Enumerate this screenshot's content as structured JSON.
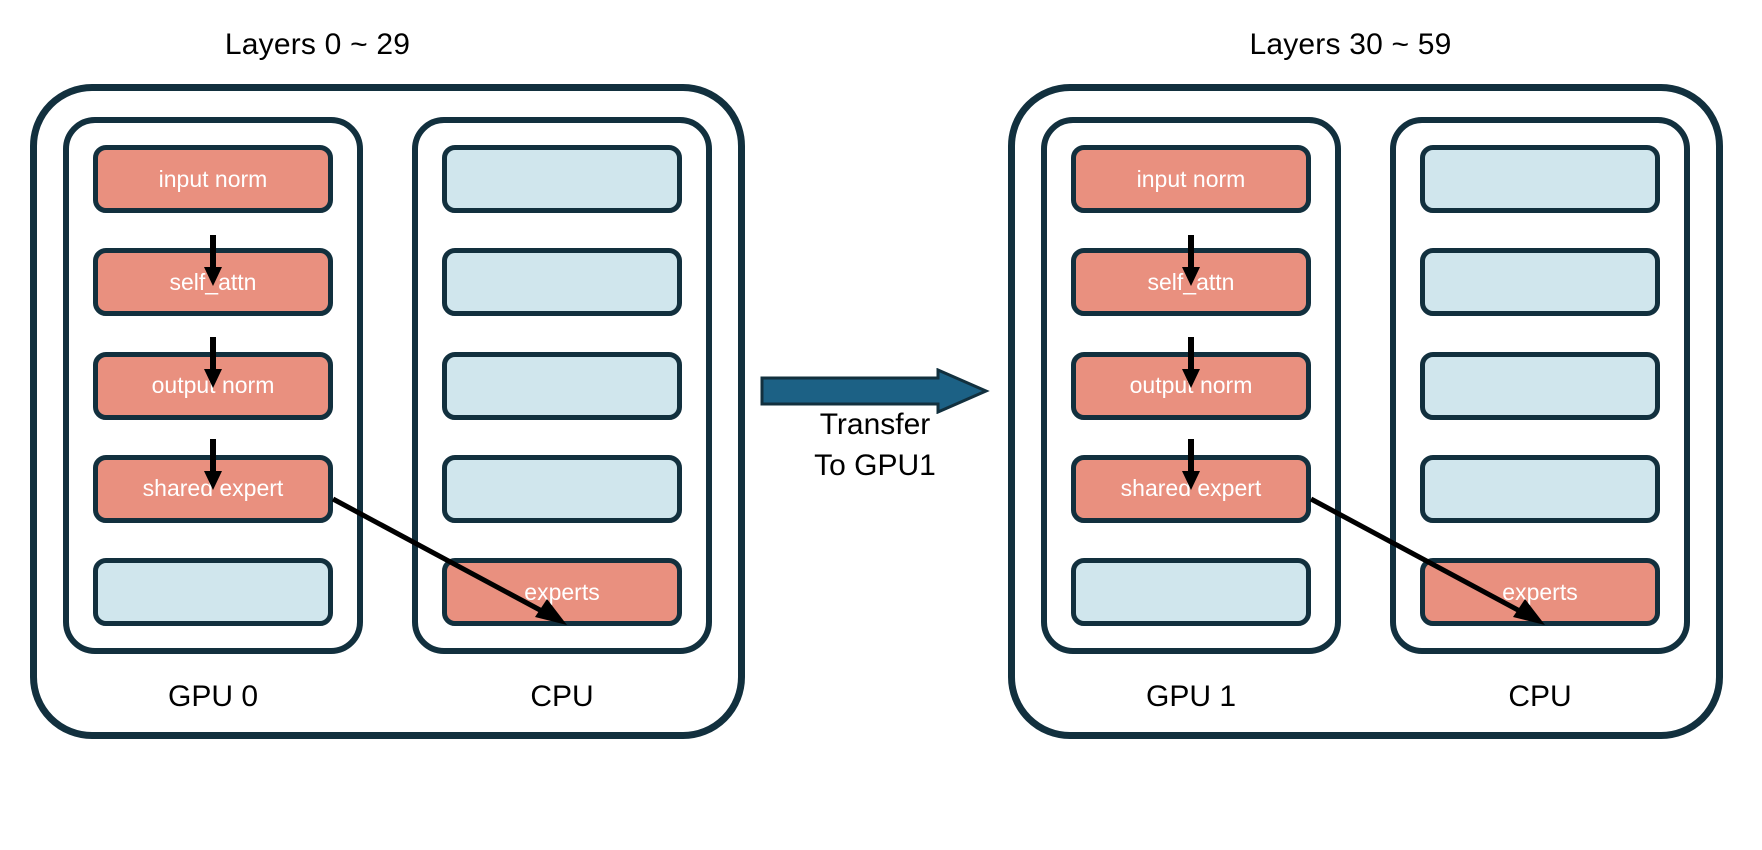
{
  "diagram": {
    "title_implicit": "MoE layer offloading across GPU 0 and GPU 1 with CPU expert storage",
    "background": "#ffffff",
    "colors": {
      "compute_block": "#E9907F",
      "idle_block": "#D0E6ED",
      "outline": "#12303E",
      "transfer_arrow": "#1C6185",
      "flow_arrow": "#000000",
      "block_text": "#ffffff",
      "label_text": "#000000"
    }
  },
  "groups": [
    {
      "id": "left",
      "title": "Layers 0 ~ 29",
      "gpu": {
        "label": "GPU 0",
        "blocks": [
          {
            "label": "input norm",
            "kind": "red"
          },
          {
            "label": "self_attn",
            "kind": "red"
          },
          {
            "label": "output norm",
            "kind": "red"
          },
          {
            "label": "shared expert",
            "kind": "red"
          },
          {
            "label": "",
            "kind": "blue"
          }
        ]
      },
      "cpu": {
        "label": "CPU",
        "blocks": [
          {
            "label": "",
            "kind": "blue"
          },
          {
            "label": "",
            "kind": "blue"
          },
          {
            "label": "",
            "kind": "blue"
          },
          {
            "label": "",
            "kind": "blue"
          },
          {
            "label": "experts",
            "kind": "red"
          }
        ]
      }
    },
    {
      "id": "right",
      "title": "Layers 30 ~ 59",
      "gpu": {
        "label": "GPU 1",
        "blocks": [
          {
            "label": "input norm",
            "kind": "red"
          },
          {
            "label": "self_attn",
            "kind": "red"
          },
          {
            "label": "output norm",
            "kind": "red"
          },
          {
            "label": "shared expert",
            "kind": "red"
          },
          {
            "label": "",
            "kind": "blue"
          }
        ]
      },
      "cpu": {
        "label": "CPU",
        "blocks": [
          {
            "label": "",
            "kind": "blue"
          },
          {
            "label": "",
            "kind": "blue"
          },
          {
            "label": "",
            "kind": "blue"
          },
          {
            "label": "",
            "kind": "blue"
          },
          {
            "label": "experts",
            "kind": "red"
          }
        ]
      }
    }
  ],
  "transfer": {
    "line1": "Transfer",
    "line2": "To GPU1",
    "direction": "left-to-right"
  }
}
